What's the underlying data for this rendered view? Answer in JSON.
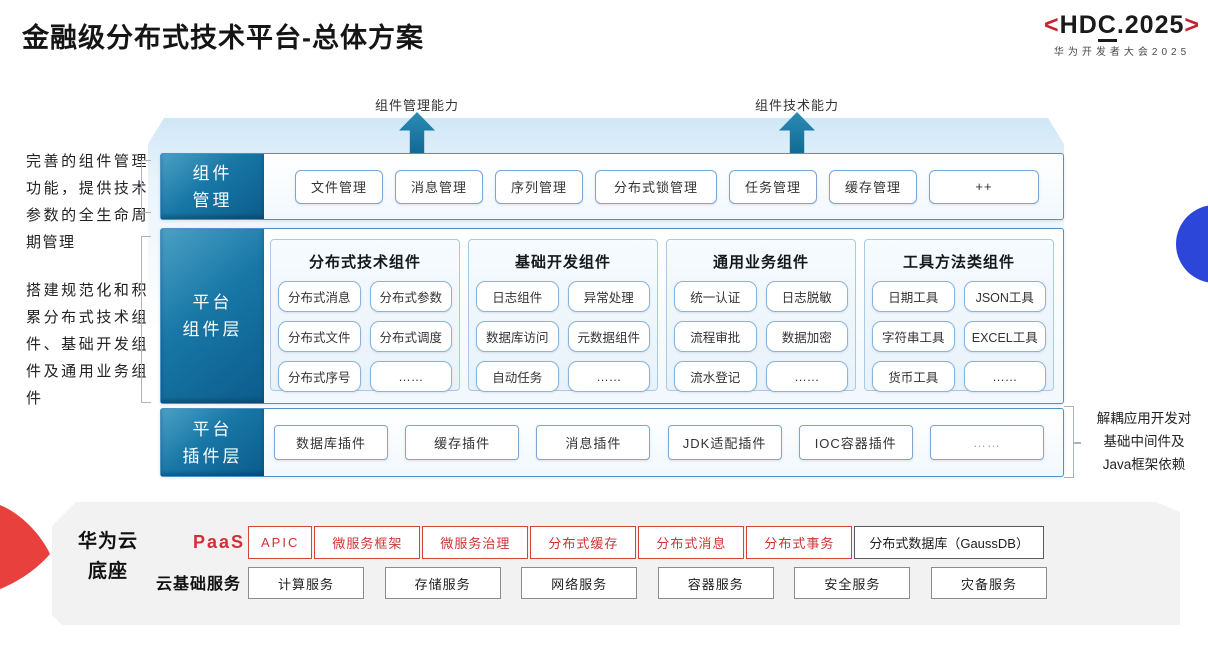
{
  "page": {
    "title": "金融级分布式技术平台-总体方案",
    "logo": {
      "left_bracket": "<",
      "pre": "HD",
      "c": "C",
      "post": ".2025",
      "right_bracket": ">",
      "subtitle": "华为开发者大会2025"
    }
  },
  "arrows": [
    {
      "label": "组件管理能力"
    },
    {
      "label": "组件技术能力"
    }
  ],
  "left_notes": [
    {
      "text": "完善的组件管理功能，提供技术参数的全生命周期管理"
    },
    {
      "text": "搭建规范化和积累分布式技术组件、基础开发组件及通用业务组件"
    }
  ],
  "right_note": {
    "line1": "解耦应用开发对",
    "line2": "基础中间件及",
    "line3": "Java框架依赖"
  },
  "rows": {
    "management": {
      "label_line1": "组件",
      "label_line2": "管理",
      "items": [
        "文件管理",
        "消息管理",
        "序列管理",
        "分布式锁管理",
        "任务管理",
        "缓存管理",
        "++"
      ]
    },
    "components": {
      "label_line1": "平台",
      "label_line2": "组件层",
      "columns": [
        {
          "header": "分布式技术组件",
          "cells": [
            "分布式消息",
            "分布式参数",
            "分布式文件",
            "分布式调度",
            "分布式序号",
            "……"
          ]
        },
        {
          "header": "基础开发组件",
          "cells": [
            "日志组件",
            "异常处理",
            "数据库访问",
            "元数据组件",
            "自动任务",
            "……"
          ]
        },
        {
          "header": "通用业务组件",
          "cells": [
            "统一认证",
            "日志脱敏",
            "流程审批",
            "数据加密",
            "流水登记",
            "……"
          ]
        },
        {
          "header": "工具方法类组件",
          "cells": [
            "日期工具",
            "JSON工具",
            "字符串工具",
            "EXCEL工具",
            "货币工具",
            "……"
          ]
        }
      ]
    },
    "plugins": {
      "label_line1": "平台",
      "label_line2": "插件层",
      "items": [
        "数据库插件",
        "缓存插件",
        "消息插件",
        "JDK适配插件",
        "IOC容器插件",
        "……"
      ]
    }
  },
  "foundation": {
    "label_line1": "华为云",
    "label_line2": "底座",
    "paas_label": "PaaS",
    "paas_red_items": [
      "APIC",
      "微服务框架",
      "微服务治理",
      "分布式缓存",
      "分布式消息",
      "分布式事务"
    ],
    "paas_dark_item": "分布式数据库（GaussDB）",
    "cloud_label": "云基础服务",
    "cloud_items": [
      "计算服务",
      "存储服务",
      "网络服务",
      "容器服务",
      "安全服务",
      "灾备服务"
    ]
  },
  "colors": {
    "teal_label": "#0b5c8b",
    "row_border": "#4d92c8",
    "item_border": "#7fa6cf",
    "red_accent": "#d9413d",
    "hdc_red": "#c5232e",
    "blue_circle": "#2b46d9",
    "panel_gray": "#f2f2f3"
  }
}
